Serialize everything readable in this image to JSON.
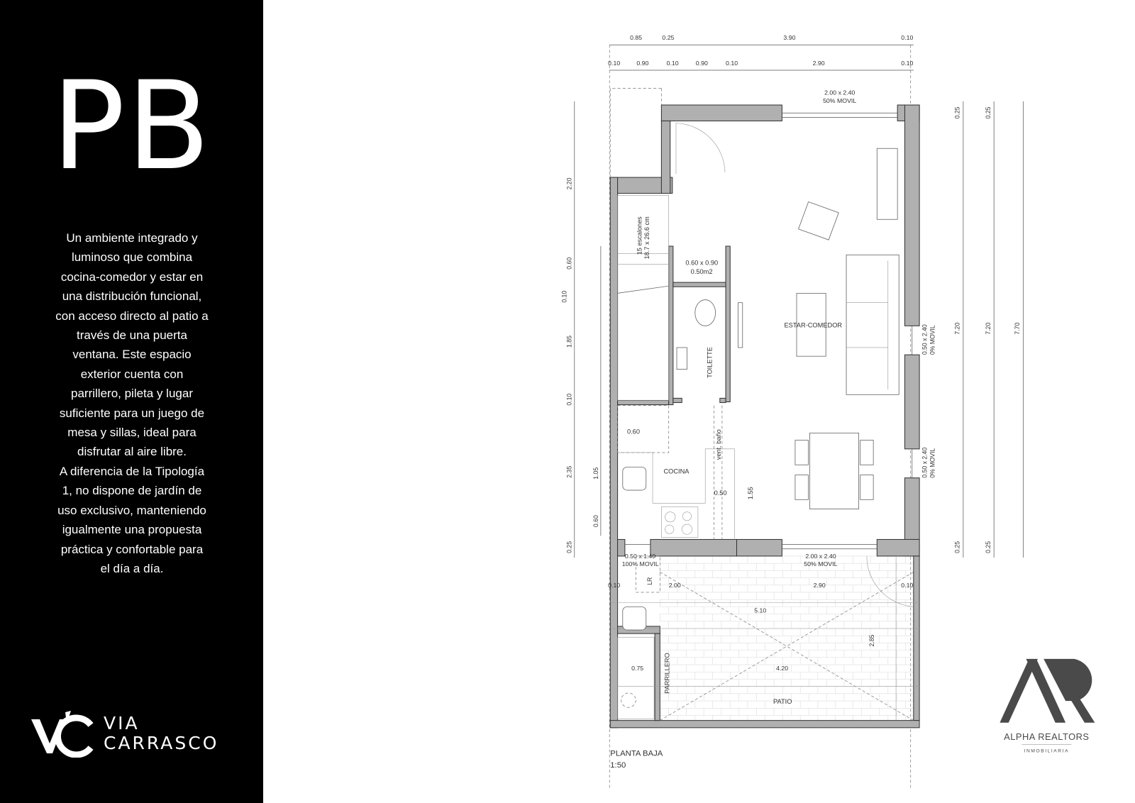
{
  "left_panel": {
    "title": "PB",
    "description_lines": [
      "Un ambiente integrado y",
      "luminoso que combina",
      "cocina-comedor y estar en",
      "una distribución funcional,",
      "con acceso directo al patio a",
      "través de una puerta",
      "ventana. Este espacio",
      "exterior cuenta con",
      "parrillero, pileta y lugar",
      "suficiente para un juego de",
      "mesa y sillas, ideal para",
      "disfrutar al aire libre.",
      "A diferencia de la Tipología",
      "1, no dispone de jardín de",
      "uso exclusivo, manteniendo",
      "igualmente una propuesta",
      "práctica y confortable para",
      "el día a día."
    ],
    "logo": {
      "mark": "VC",
      "line1": "VIA",
      "line2": "CARRASCO"
    }
  },
  "plan": {
    "title": "PLANTA BAJA",
    "scale": "1:50",
    "top_dims_row1": [
      "0.85",
      "0.25",
      "3.90",
      "0.10"
    ],
    "top_dims_row2": [
      "0.10",
      "0.90",
      "0.10",
      "0.90",
      "0.10",
      "2.90",
      "0.10"
    ],
    "left_dims_outer": [
      "2.20",
      "0.10",
      "1.85",
      "0.10",
      "2.35",
      "0.25"
    ],
    "left_dims_inner": [
      "0.60",
      "1.05",
      "0.60"
    ],
    "right_dims": [
      "0.25",
      "0.25",
      "7.20",
      "7.20",
      "7.70",
      "0.25",
      "0.25"
    ],
    "rooms": {
      "living": "ESTAR-COMEDOR",
      "kitchen": "COCINA",
      "toilet": "TOILETTE",
      "patio": "PATIO",
      "grill": "PARRILLERO",
      "laundry": "LR"
    },
    "stairs": {
      "line1": "15 escalones",
      "line2": "18.7 x 26.6 cm"
    },
    "closet": {
      "size": "0.60 x 0.90",
      "area": "0.50m2"
    },
    "vent": "vent. baño",
    "windows": {
      "top": {
        "size": "2.00 x 2.40",
        "type": "50% MOVIL"
      },
      "right1": {
        "size": "0.50 x 2.40",
        "type": "0% MOVIL"
      },
      "right2": {
        "size": "0.50 x 2.40",
        "type": "0% MOVIL"
      },
      "kitchen": {
        "size": "0.50 x 1.40",
        "type": "100% MOVIL"
      },
      "patio_door": {
        "size": "2.00 x 2.40",
        "type": "50% MOVIL"
      }
    },
    "inner_dims": {
      "stair_060": "0.60",
      "counter_050": "0.50",
      "counter_155": "1.55",
      "patio_010_l": "0.10",
      "patio_200": "2.00",
      "patio_290": "2.90",
      "patio_010_r": "0.10",
      "patio_510": "5.10",
      "patio_285": "2.85",
      "grill_075": "0.75",
      "patio_420": "4.20"
    }
  },
  "brand": {
    "name": "ALPHA REALTORS",
    "subtitle": "INMOBILIARIA",
    "color": "#4a4a4a"
  }
}
